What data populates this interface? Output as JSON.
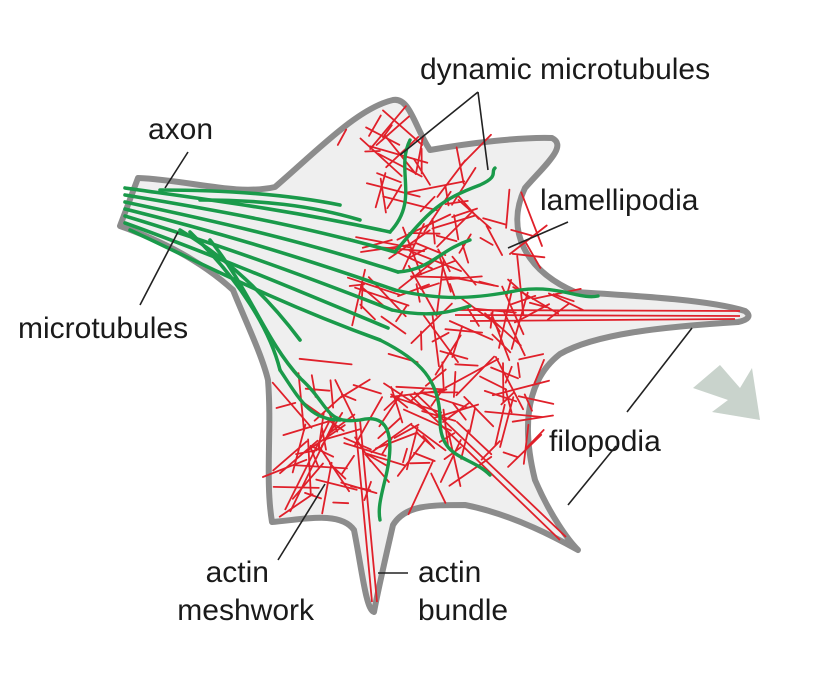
{
  "labels": {
    "dynamic_microtubules": "dynamic microtubules",
    "axon": "axon",
    "lamellipodia": "lamellipodia",
    "microtubules": "microtubules",
    "filopodia": "filopodia",
    "actin_meshwork_line1": "actin",
    "actin_meshwork_line2": "meshwork",
    "actin_bundle_line1": "actin",
    "actin_bundle_line2": "bundle"
  },
  "colors": {
    "outline": "#8c8c8c",
    "cytoplasm": "#efefef",
    "actin": "#e0202a",
    "microtubule": "#1a9a4a",
    "arrow": "#c9d3cc",
    "leader": "#222222"
  },
  "icons": {
    "direction_arrow": "arrow-right-down-icon"
  }
}
